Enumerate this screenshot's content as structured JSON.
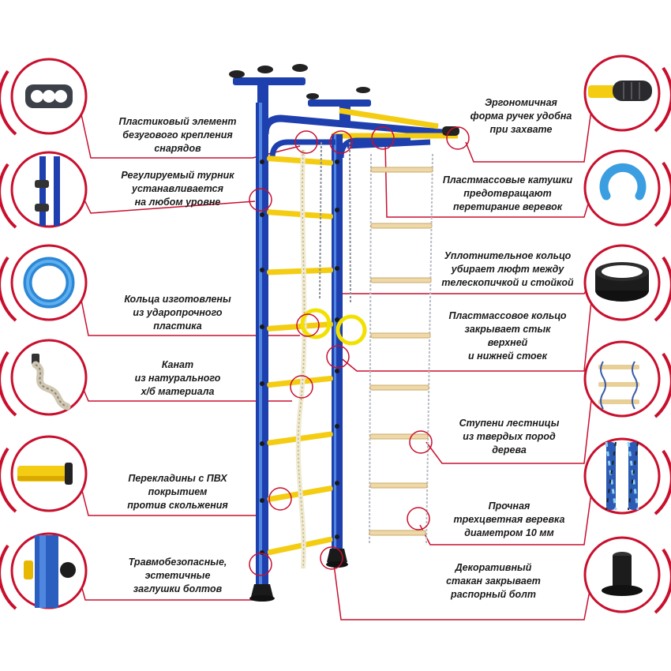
{
  "colors": {
    "callout_red": "#c8102e",
    "frame_blue": "#1e3fae",
    "rung_yellow": "#f4cc12",
    "wood": "#efd8a8",
    "rope": "#f3efd9"
  },
  "callouts_left": [
    {
      "id": "plastic-mount",
      "icon": "mount-plate-icon",
      "text": "Пластиковый элемент\nбезугового крепления\nснарядов"
    },
    {
      "id": "pullup-bar",
      "icon": "pullup-bar-icon",
      "text": "Регулируемый турник\nустанавливается\nна любом уровне"
    },
    {
      "id": "rings",
      "icon": "ring-icon",
      "text": "Кольца изготовлены\nиз ударопрочного\nпластика"
    },
    {
      "id": "rope",
      "icon": "rope-icon",
      "text": "Канат\nиз натурального\nх/б материала"
    },
    {
      "id": "pvc-rungs",
      "icon": "rung-icon",
      "text": "Перекладины с ПВХ\nпокрытием\nпротив скольжения"
    },
    {
      "id": "bolt-caps",
      "icon": "bolt-cap-icon",
      "text": "Травмобезопасные,\nэстетичные\nзаглушки болтов"
    }
  ],
  "callouts_right": [
    {
      "id": "grips",
      "icon": "handle-grip-icon",
      "text": "Эргономичная\nформа ручек удобна\nпри захвате"
    },
    {
      "id": "spools",
      "icon": "spool-icon",
      "text": "Пластмассовые катушки\nпредотвращают\nперетирание веревок"
    },
    {
      "id": "seal-ring",
      "icon": "seal-ring-icon",
      "text": "Уплотнительное кольцо\nубирает люфт между\nтелескопичкой и стойкой"
    },
    {
      "id": "joint-ring",
      "icon": null,
      "text": "Пластмассовое кольцо\nзакрывает стык\nверхней\nи нижней стоек"
    },
    {
      "id": "wood-steps",
      "icon": "rope-ladder-icon",
      "text": "Ступени лестницы\nиз твердых пород\nдерева"
    },
    {
      "id": "tricolor-rope",
      "icon": "braided-rope-icon",
      "text": "Прочная\nтрехцветная веревка\nдиаметром 10 мм"
    },
    {
      "id": "deco-cup",
      "icon": "floor-cup-icon",
      "text": "Декоративный\nстакан закрывает\nраспорный болт"
    }
  ]
}
